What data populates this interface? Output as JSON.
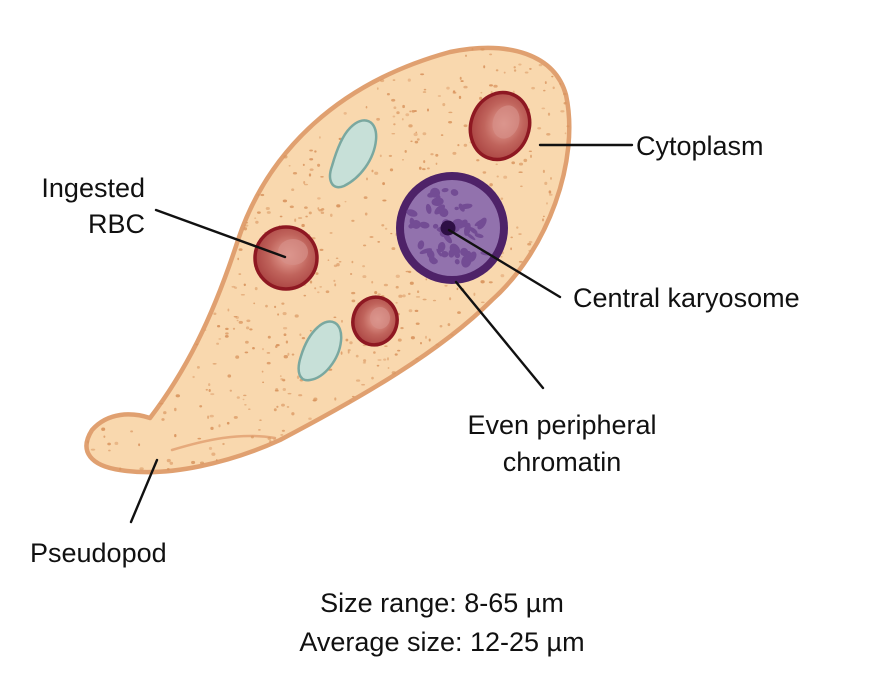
{
  "labels": {
    "cytoplasm": "Cytoplasm",
    "ingested_rbc_line1": "Ingested",
    "ingested_rbc_line2": "RBC",
    "central_karyosome": "Central karyosome",
    "even_peripheral_chromatin_line1": "Even peripheral",
    "even_peripheral_chromatin_line2": "chromatin",
    "pseudopod": "Pseudopod"
  },
  "caption": {
    "size_range": "Size range: 8-65 µm",
    "average_size": "Average size: 12-25 µm"
  },
  "colors": {
    "cytoplasm_fill": "#f9d8ae",
    "cytoplasm_outline": "#e0a070",
    "speckle": "#d9955f",
    "rbc_fill": "#b8534e",
    "rbc_outline": "#8e1822",
    "vacuole_fill": "#c7e0d8",
    "vacuole_outline": "#7aa8a0",
    "nucleus_rim": "#4e2268",
    "nucleus_interior": "#9272ad",
    "karyosome": "#2e0f45"
  }
}
